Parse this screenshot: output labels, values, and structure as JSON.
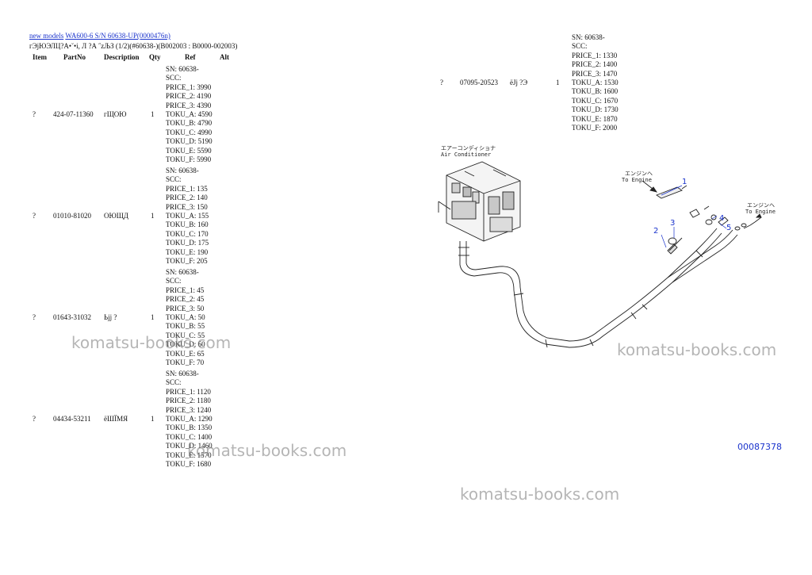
{
  "breadcrumb": {
    "link1": "new models",
    "link2": "WA600-6 S/N 60638-UP(0000476n)"
  },
  "subtitle": "гЭјЮЭЛЦ?А•˘•і, Л ?А ˝zЉЗ (1/2)(#60638-)(B002003 : B0000-002003)",
  "headers": {
    "item": "Item",
    "partno": "PartNo",
    "description": "Description",
    "qty": "Qty",
    "ref": "Ref",
    "alt": "Alt"
  },
  "rows": [
    {
      "item": "?",
      "partno": "424-07-11360",
      "description": "гЩОЮ",
      "qty": "1",
      "ref": [
        "SN: 60638-",
        "SCC:",
        "PRICE_1: 3990",
        "PRICE_2: 4190",
        "PRICE_3: 4390",
        "TOKU_A: 4590",
        "TOKU_B: 4790",
        "TOKU_C: 4990",
        "TOKU_D: 5190",
        "TOKU_E: 5590",
        "TOKU_F: 5990"
      ]
    },
    {
      "item": "?",
      "partno": "01010-81020",
      "description": "ОЮЩД",
      "qty": "1",
      "ref": [
        "SN: 60638-",
        "SCC:",
        "PRICE_1: 135",
        "PRICE_2: 140",
        "PRICE_3: 150",
        "TOKU_A: 155",
        "TOKU_B: 160",
        "TOKU_C: 170",
        "TOKU_D: 175",
        "TOKU_E: 190",
        "TOKU_F: 205"
      ]
    },
    {
      "item": "?",
      "partno": "01643-31032",
      "description": "Ьјј ?",
      "qty": "1",
      "ref": [
        "SN: 60638-",
        "SCC:",
        "PRICE_1: 45",
        "PRICE_2: 45",
        "PRICE_3: 50",
        "TOKU_A: 50",
        "TOKU_B: 55",
        "TOKU_C: 55",
        "TOKU_D: 60",
        "TOKU_E: 65",
        "TOKU_F: 70"
      ]
    },
    {
      "item": "?",
      "partno": "04434-53211",
      "description": "ёШЇМЯ",
      "qty": "1",
      "ref": [
        "SN: 60638-",
        "SCC:",
        "PRICE_1: 1120",
        "PRICE_2: 1180",
        "PRICE_3: 1240",
        "TOKU_A: 1290",
        "TOKU_B: 1350",
        "TOKU_C: 1400",
        "TOKU_D: 1460",
        "TOKU_E: 1570",
        "TOKU_F: 1680"
      ]
    }
  ],
  "right_row": {
    "item": "?",
    "partno": "07095-20523",
    "description": "ёЈј ?Э",
    "qty": "1",
    "ref": [
      "SN: 60638-",
      "SCC:",
      "PRICE_1: 1330",
      "PRICE_2: 1400",
      "PRICE_3: 1470",
      "TOKU_A: 1530",
      "TOKU_B: 1600",
      "TOKU_C: 1670",
      "TOKU_D: 1730",
      "TOKU_E: 1870",
      "TOKU_F: 2000"
    ]
  },
  "drawing": {
    "label_aircon_jp": "エアーコンディショナ",
    "label_aircon_en": "Air Conditioner",
    "label_engine_jp": "エンジンへ",
    "label_engine_en": "To Engine",
    "label_engine2_jp": "エンジンへ",
    "label_engine2_en": "To Engine",
    "callouts": [
      "1",
      "2",
      "3",
      "4",
      "5"
    ],
    "drawing_number": "00087378"
  },
  "watermarks": [
    "komatsu-books.com",
    "komatsu-books.com",
    "komatsu-books.com",
    "komatsu-books.com"
  ],
  "colors": {
    "link": "#1a33cc",
    "callout": "#1a33cc",
    "watermark": "#8a8a8a"
  }
}
